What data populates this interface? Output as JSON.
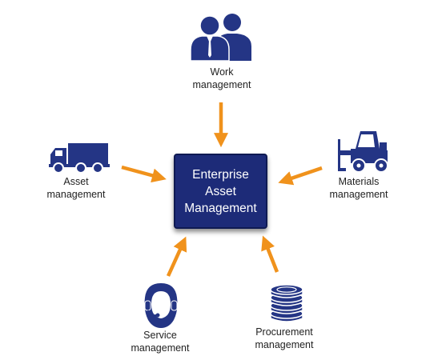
{
  "center": {
    "line1": "Enterprise",
    "line2": "Asset",
    "line3": "Management"
  },
  "nodes": {
    "work": {
      "line1": "Work",
      "line2": "management",
      "icon": "people-icon"
    },
    "asset": {
      "line1": "Asset",
      "line2": "management",
      "icon": "truck-icon"
    },
    "materials": {
      "line1": "Materials",
      "line2": "management",
      "icon": "forklift-icon"
    },
    "service": {
      "line1": "Service",
      "line2": "management",
      "icon": "headset-person-icon"
    },
    "procurement": {
      "line1": "Procurement",
      "line2": "management",
      "icon": "coin-stack-icon"
    }
  },
  "colors": {
    "accent": "#f0921c",
    "icon": "#243585",
    "box": "#1d2b78",
    "text": "#222222"
  }
}
